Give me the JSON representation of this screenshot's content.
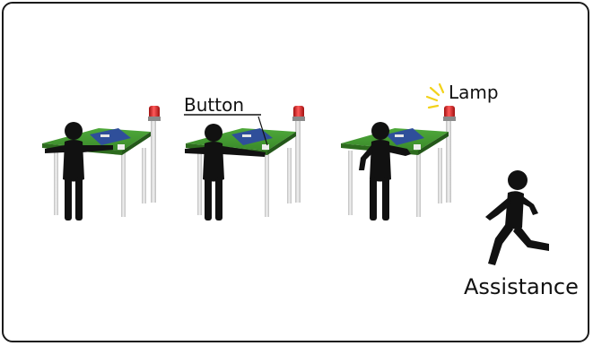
{
  "labels": {
    "button": "Button",
    "lamp": "Lamp",
    "assistance": "Assistance"
  },
  "colors": {
    "frame": "#1a1a1a",
    "table_top": "#3f8f2c",
    "table_edge": "#2d6b1e",
    "board": "#2f4f9a",
    "leg": "#d9d9d9",
    "lamp_red": "#d42020",
    "person": "#111111",
    "spark": "#f2d21b"
  },
  "icons": {
    "lamp": "red-beacon-lamp",
    "spark": "yellow-spark-lines",
    "person": "stick-figure-silhouette"
  }
}
